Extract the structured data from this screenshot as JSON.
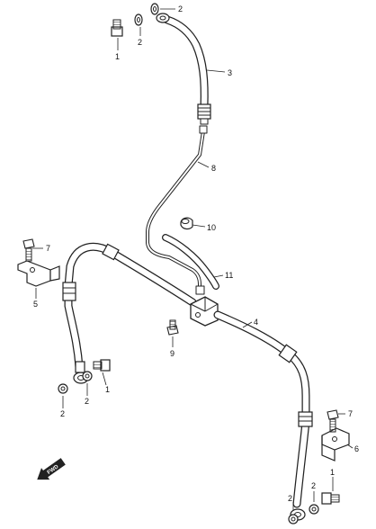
{
  "callouts": {
    "c1_top": "1",
    "c2_top_a": "2",
    "c2_top_b": "2",
    "c3": "3",
    "c8": "8",
    "c10": "10",
    "c7": "7",
    "c5": "5",
    "c11": "11",
    "c4": "4",
    "c9": "9",
    "c1_left": "1",
    "c2_left_a": "2",
    "c2_left_b": "2",
    "c7_right": "7",
    "c6": "6",
    "c1_right": "1",
    "c2_right_a": "2",
    "c2_right_b": "2"
  },
  "fwd_label": "FWD"
}
